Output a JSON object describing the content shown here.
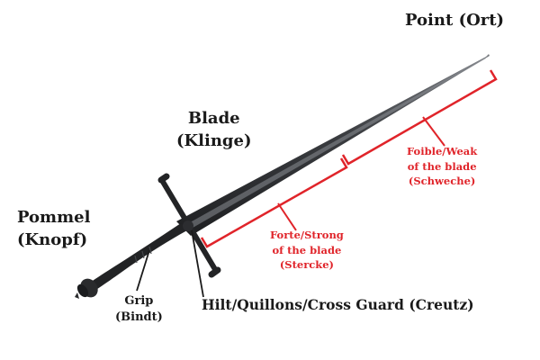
{
  "labels": {
    "point": "Point (Ort)",
    "blade_line1": "Blade",
    "blade_line2": "(Klinge)",
    "pommel_line1": "Pommel",
    "pommel_line2": "(Knopf)",
    "grip_line1": "Grip",
    "grip_line2": "(Bindt)",
    "hilt": "Hilt/Quillons/Cross Guard (Creutz)"
  },
  "regions": {
    "foible_line1": "Foible/Weak",
    "foible_line2": "of the blade",
    "foible_line3": "(Schweche)",
    "forte_line1": "Forte/Strong",
    "forte_line2": "of the blade",
    "forte_line3": "(Stercke)"
  },
  "colors": {
    "bracket": "#e0242a",
    "text": "#1a1a1a",
    "steel_dark": "#2a2b2d",
    "steel_light": "#6b6e72"
  }
}
